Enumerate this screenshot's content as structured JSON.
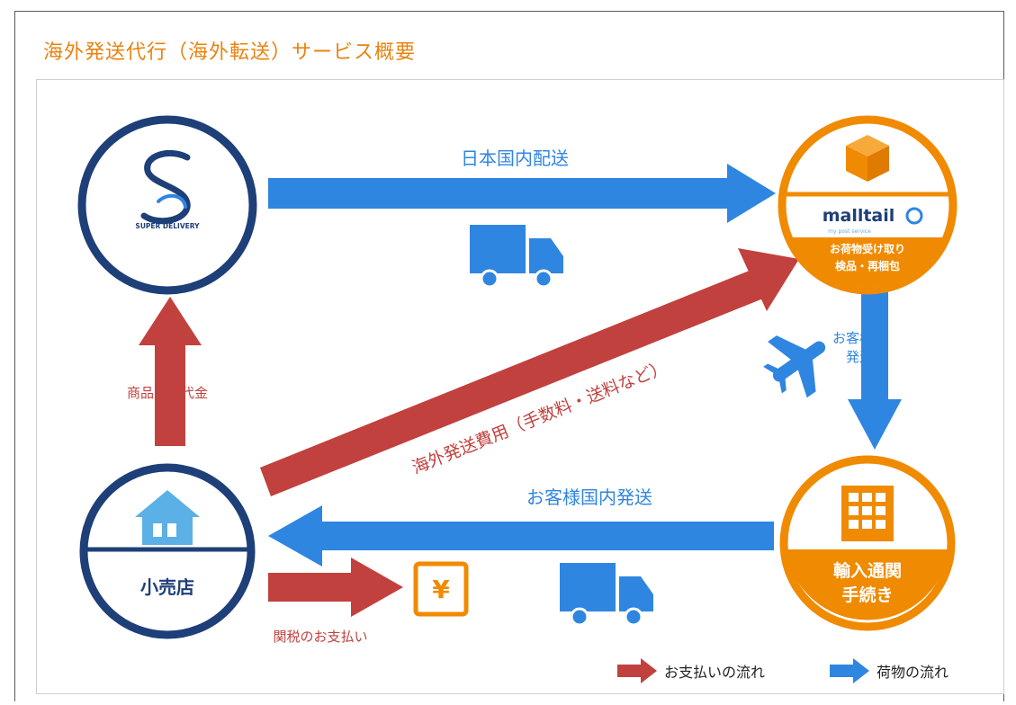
{
  "title": "海外発送代行（海外転送）サービス概要",
  "nodes": {
    "super_delivery_logo": "SUPER DELIVERY",
    "malltail_logo": "malltail",
    "malltail_tagline": "my post service",
    "malltail_task_1": "お荷物受け取り",
    "malltail_task_2": "検品・再梱包",
    "customs_task_1": "輸入通関",
    "customs_task_2": "手続き",
    "retailer_label": "小売店"
  },
  "flows": {
    "domestic_shipping": "日本国内配送",
    "to_customer_1": "お客様へ",
    "to_customer_2": "発送",
    "customer_domestic": "お客様国内発送",
    "purchase_payment": "商品購入代金",
    "overseas_fee": "海外発送費用（手数料・送料など）",
    "duty_payment": "関税のお支払い"
  },
  "legend": {
    "payment_flow": "お支払いの流れ",
    "goods_flow": "荷物の流れ"
  },
  "colors": {
    "accent_orange": "#f08a00",
    "navy": "#1e3f78",
    "blue_arrow": "#2f86e0",
    "red_arrow": "#c1413e",
    "light_blue": "#5bb0e6"
  },
  "icons": {
    "box": "box-icon",
    "truck": "truck-icon",
    "plane": "airplane-icon",
    "building": "building-icon",
    "house": "house-icon",
    "yen": "yen-icon"
  }
}
